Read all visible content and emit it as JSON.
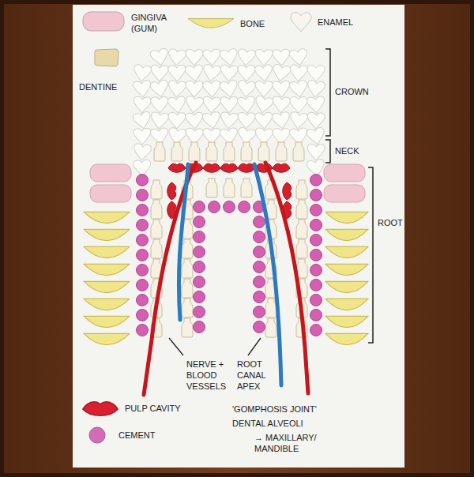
{
  "diagram": {
    "labels": [
      "CROWN",
      "NECK",
      "ROOT",
      "NERVE + BLOOD VESSELS",
      "ROOT CANAL APEX",
      "'GOMPHOSIS JOINT'",
      "DENTAL ALVEOLI",
      "→ MAXILLARY/ MANDIBLE"
    ],
    "legend": [
      {
        "text": "GINGIVA (GUM)",
        "color": "#f2c6d0"
      },
      {
        "text": "BONE",
        "color": "#f1e58a"
      },
      {
        "text": "ENAMEL",
        "color": "#f7f5ee"
      },
      {
        "text": "DENTINE",
        "color": "#e8d9a8"
      },
      {
        "text": "PULP CAVITY",
        "color": "#d92030"
      },
      {
        "text": "CEMENT",
        "color": "#d36cb8"
      }
    ]
  }
}
